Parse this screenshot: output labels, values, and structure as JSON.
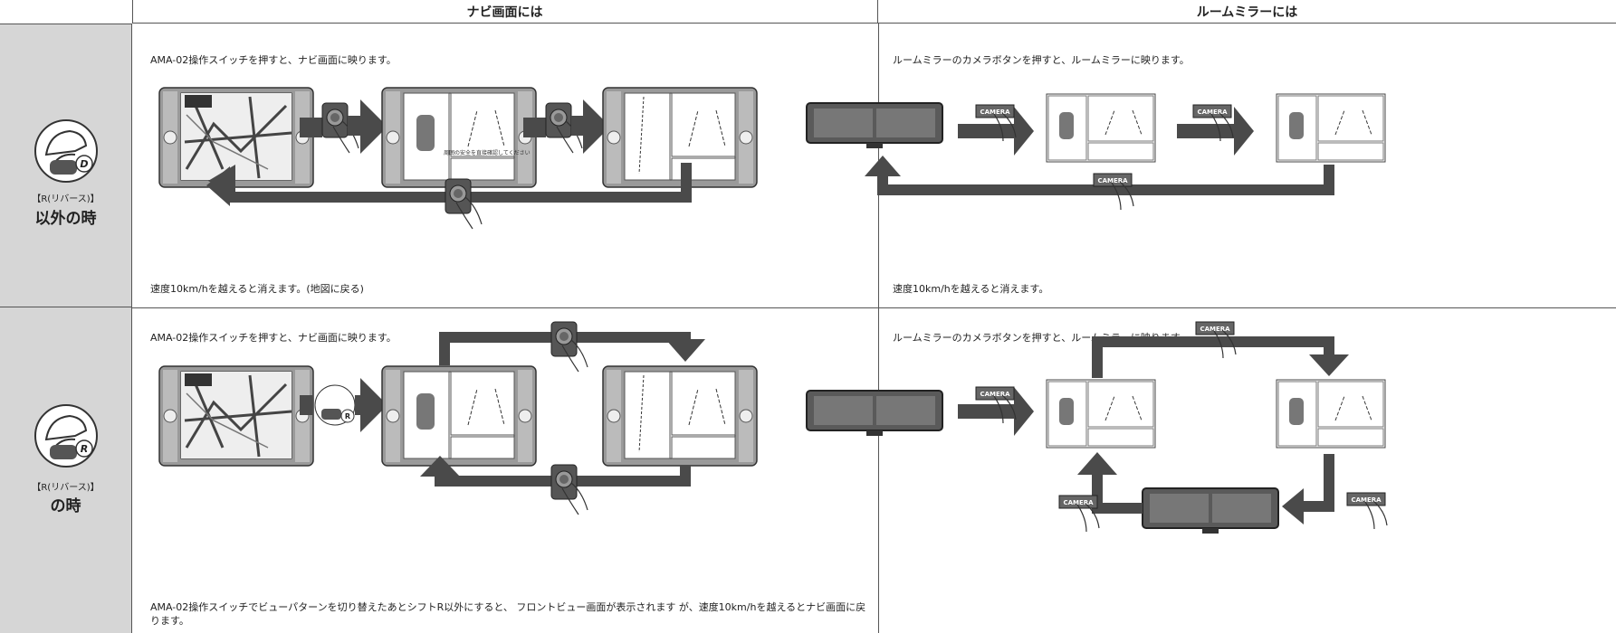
{
  "headers": {
    "navi": "ナビ画面には",
    "mirror": "ルームミラーには"
  },
  "rows": [
    {
      "label_small": "【R(リバース)】",
      "label_big": "以外の時",
      "navi_caption": "AMA-02操作スイッチを押すと、ナビ画面に映ります。",
      "navi_footer": "速度10km/hを越えると消えます。(地図に戻る)",
      "mirror_caption": "ルームミラーのカメラボタンを押すと、ルームミラーに映ります。",
      "mirror_footer": "速度10km/hを越えると消えます。"
    },
    {
      "label_small": "【R(リバース)】",
      "label_big": "の時",
      "navi_caption": "AMA-02操作スイッチを押すと、ナビ画面に映ります。",
      "navi_footer": "AMA-02操作スイッチでビューパターンを切り替えたあとシフトR以外にすると、 フロントビュー画面が表示されます が、速度10km/hを越えるとナビ画面に戻ります。",
      "mirror_caption": "ルームミラーのカメラボタンを押すと、ルームミラーに映ります。",
      "mirror_footer": ""
    }
  ],
  "screen_texts": {
    "navi_notice": "周囲の安全を直接確認してください"
  },
  "badges": {
    "camera": "CAMERA",
    "shift_d": "D",
    "shift_r": "R"
  },
  "colors": {
    "arrow": "#4a4a4a",
    "rowhead_bg": "#d6d6d6",
    "grid": "#555555",
    "device": "#777777"
  }
}
